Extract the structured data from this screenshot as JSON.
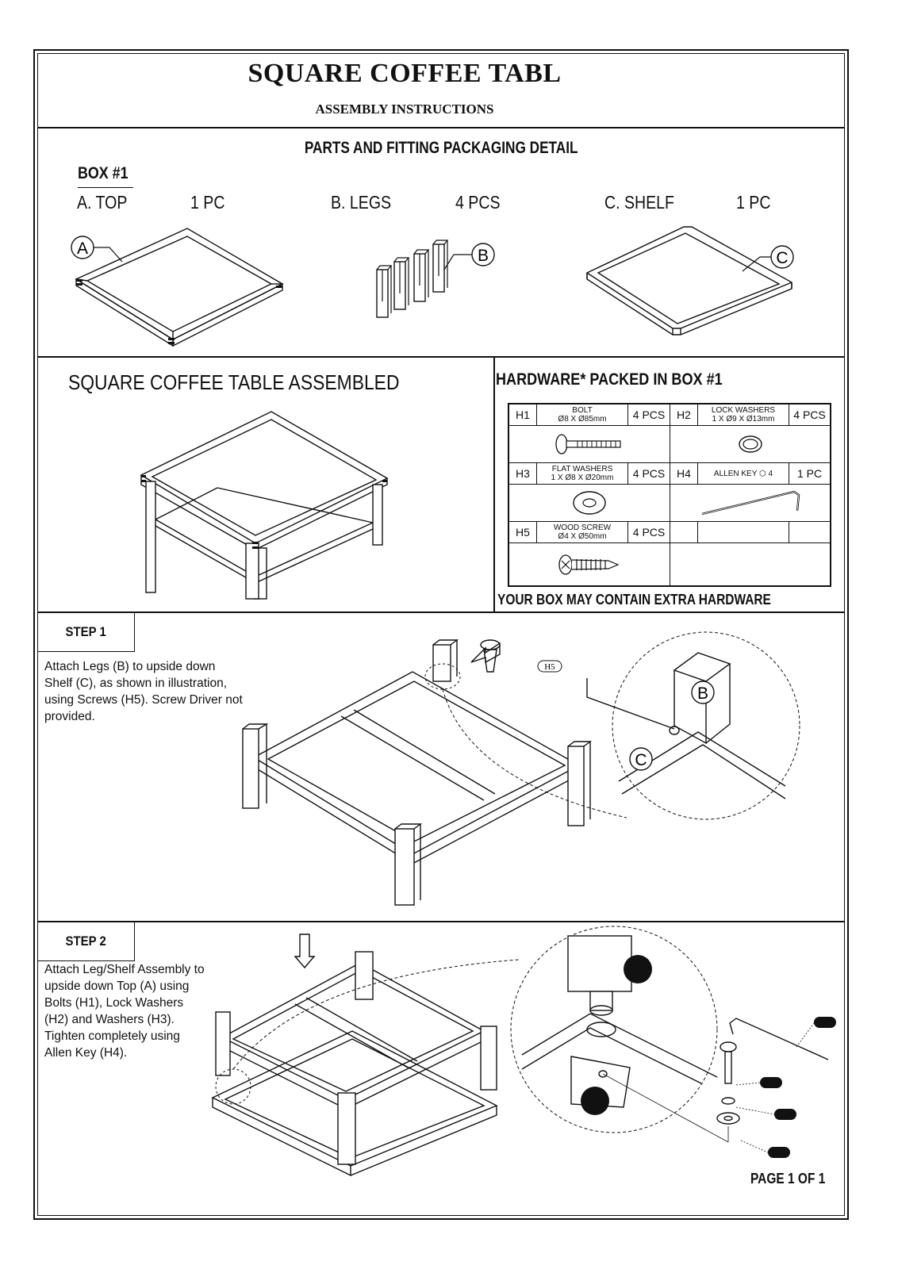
{
  "header": {
    "title": "SQUARE COFFEE TABL",
    "subtitle": "ASSEMBLY INSTRUCTIONS"
  },
  "parts": {
    "heading": "PARTS AND FITTING PACKAGING DETAIL",
    "box_label": "BOX #1",
    "items": [
      {
        "name": "A. TOP",
        "qty": "1 PC",
        "callout": "A"
      },
      {
        "name": "B. LEGS",
        "qty": "4 PCS",
        "callout": "B"
      },
      {
        "name": "C. SHELF",
        "qty": "1 PC",
        "callout": "C"
      }
    ]
  },
  "assembled": {
    "heading": "SQUARE COFFEE TABLE ASSEMBLED"
  },
  "hardware": {
    "heading": "HARDWARE* PACKED IN BOX #1",
    "footnote": "YOUR BOX MAY CONTAIN EXTRA HARDWARE",
    "items": [
      {
        "code": "H1",
        "name": "BOLT",
        "spec": "Ø8 X Ø85mm",
        "qty": "4 PCS"
      },
      {
        "code": "H2",
        "name": "LOCK WASHERS",
        "spec": "1 X Ø9 X Ø13mm",
        "qty": "4 PCS"
      },
      {
        "code": "H3",
        "name": "FLAT WASHERS",
        "spec": "1 X Ø8 X Ø20mm",
        "qty": "4 PCS"
      },
      {
        "code": "H4",
        "name": "ALLEN KEY ⬡ 4",
        "spec": "",
        "qty": "1 PC"
      },
      {
        "code": "H5",
        "name": "WOOD SCREW",
        "spec": "Ø4 X Ø50mm",
        "qty": "4 PCS"
      }
    ]
  },
  "steps": [
    {
      "label": "STEP 1",
      "text": "Attach Legs (B) to upside down Shelf (C), as shown in illustration, using Screws (H5). Screw Driver not provided.",
      "callouts": {
        "screw": "H5",
        "leg": "B",
        "shelf": "C"
      }
    },
    {
      "label": "STEP 2",
      "text": "Attach Leg/Shelf Assembly to upside down Top (A) using Bolts (H1), Lock Washers (H2) and Washers (H3). Tighten completely using Allen Key (H4)."
    }
  ],
  "footer": {
    "page": "PAGE 1 OF 1"
  }
}
